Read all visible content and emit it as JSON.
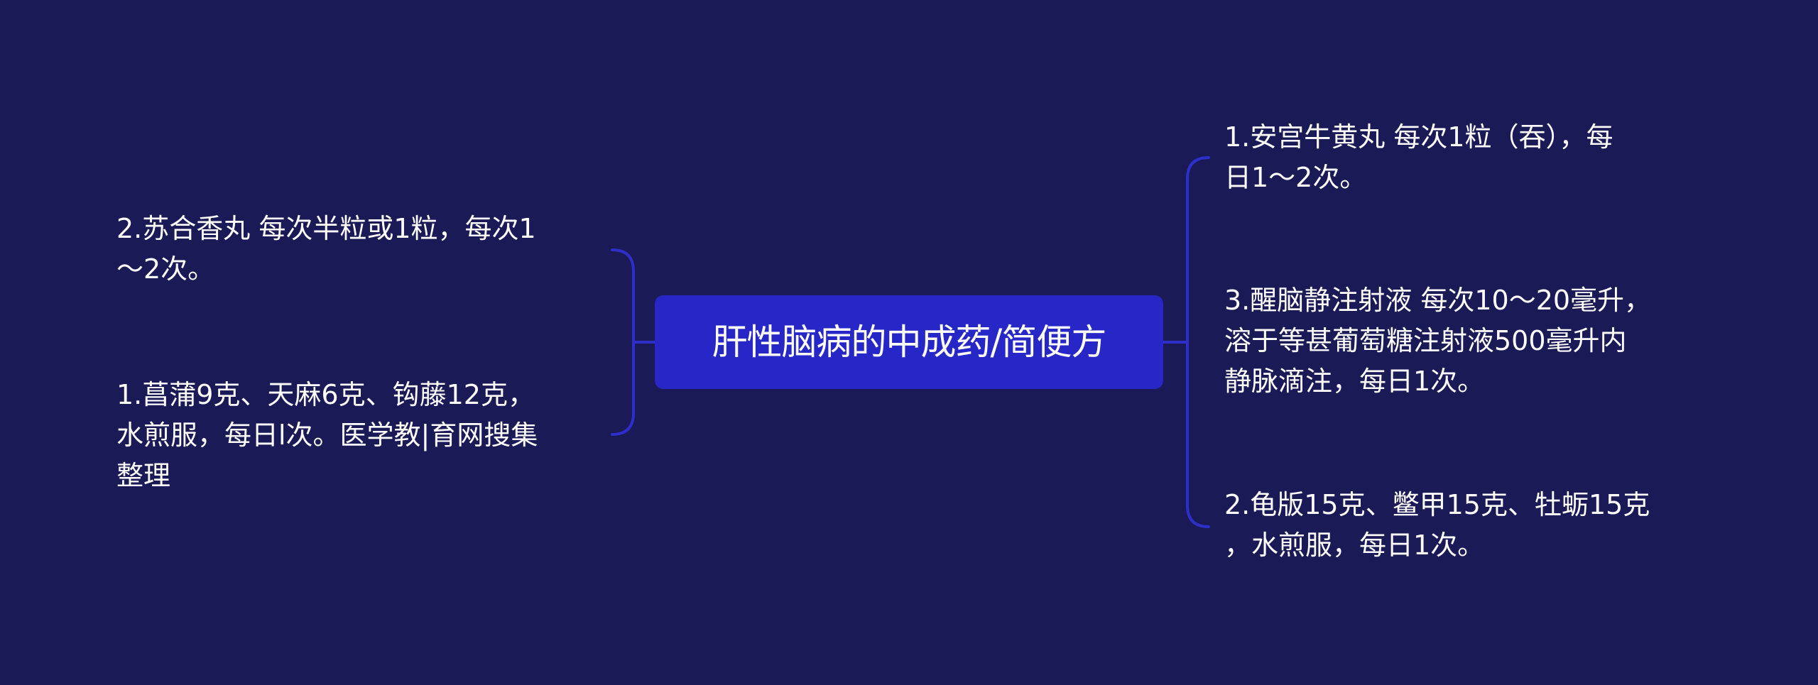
{
  "root": {
    "label": "肝性脑病的中成药/简便方"
  },
  "colors": {
    "background": "#1a1a57",
    "root_fill": "#2727c8",
    "connector": "#2e2ec8",
    "text": "#ffffff"
  },
  "right_branches": [
    {
      "text": "1.安宫牛黄丸 每次1粒（吞），每\n日1～2次。"
    },
    {
      "text": "3.醒脑静注射液 每次10～20毫升，\n溶于等甚葡萄糖注射液500毫升内\n静脉滴注，每日1次。"
    },
    {
      "text": "2.龟版15克、鳖甲15克、牡蛎15克\n，水煎服，每日1次。"
    }
  ],
  "left_branches": [
    {
      "text": "2.苏合香丸 每次半粒或1粒，每次1\n～2次。"
    },
    {
      "text": "1.菖蒲9克、天麻6克、钩藤12克，\n水煎服，每日l次。医学教|育网搜集\n整理"
    }
  ]
}
